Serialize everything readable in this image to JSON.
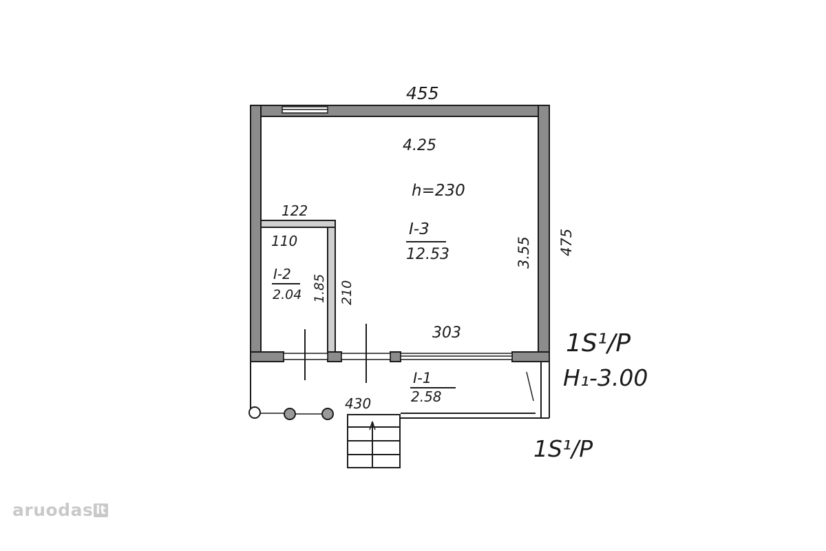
{
  "plan": {
    "dimensions": {
      "top_outer": "455",
      "top_inner": "4.25",
      "right_outer": "475",
      "right_inner": "3.55",
      "height": "h=230",
      "closet_top_outer": "122",
      "closet_top_inner": "110",
      "closet_height_inner": "1.85",
      "closet_height_outer": "210",
      "bottom_inner": "303",
      "porch_width": "430"
    },
    "rooms": [
      {
        "id": "I-3",
        "area": "12.53"
      },
      {
        "id": "I-2",
        "area": "2.04"
      },
      {
        "id": "I-1",
        "area": "2.58"
      }
    ],
    "stamps": {
      "main_code": "1S¹/P",
      "main_height": "H₁-3.00",
      "lower_code": "1S¹/P"
    }
  },
  "watermark": {
    "brand": "aruodas",
    "badge": "lt"
  }
}
